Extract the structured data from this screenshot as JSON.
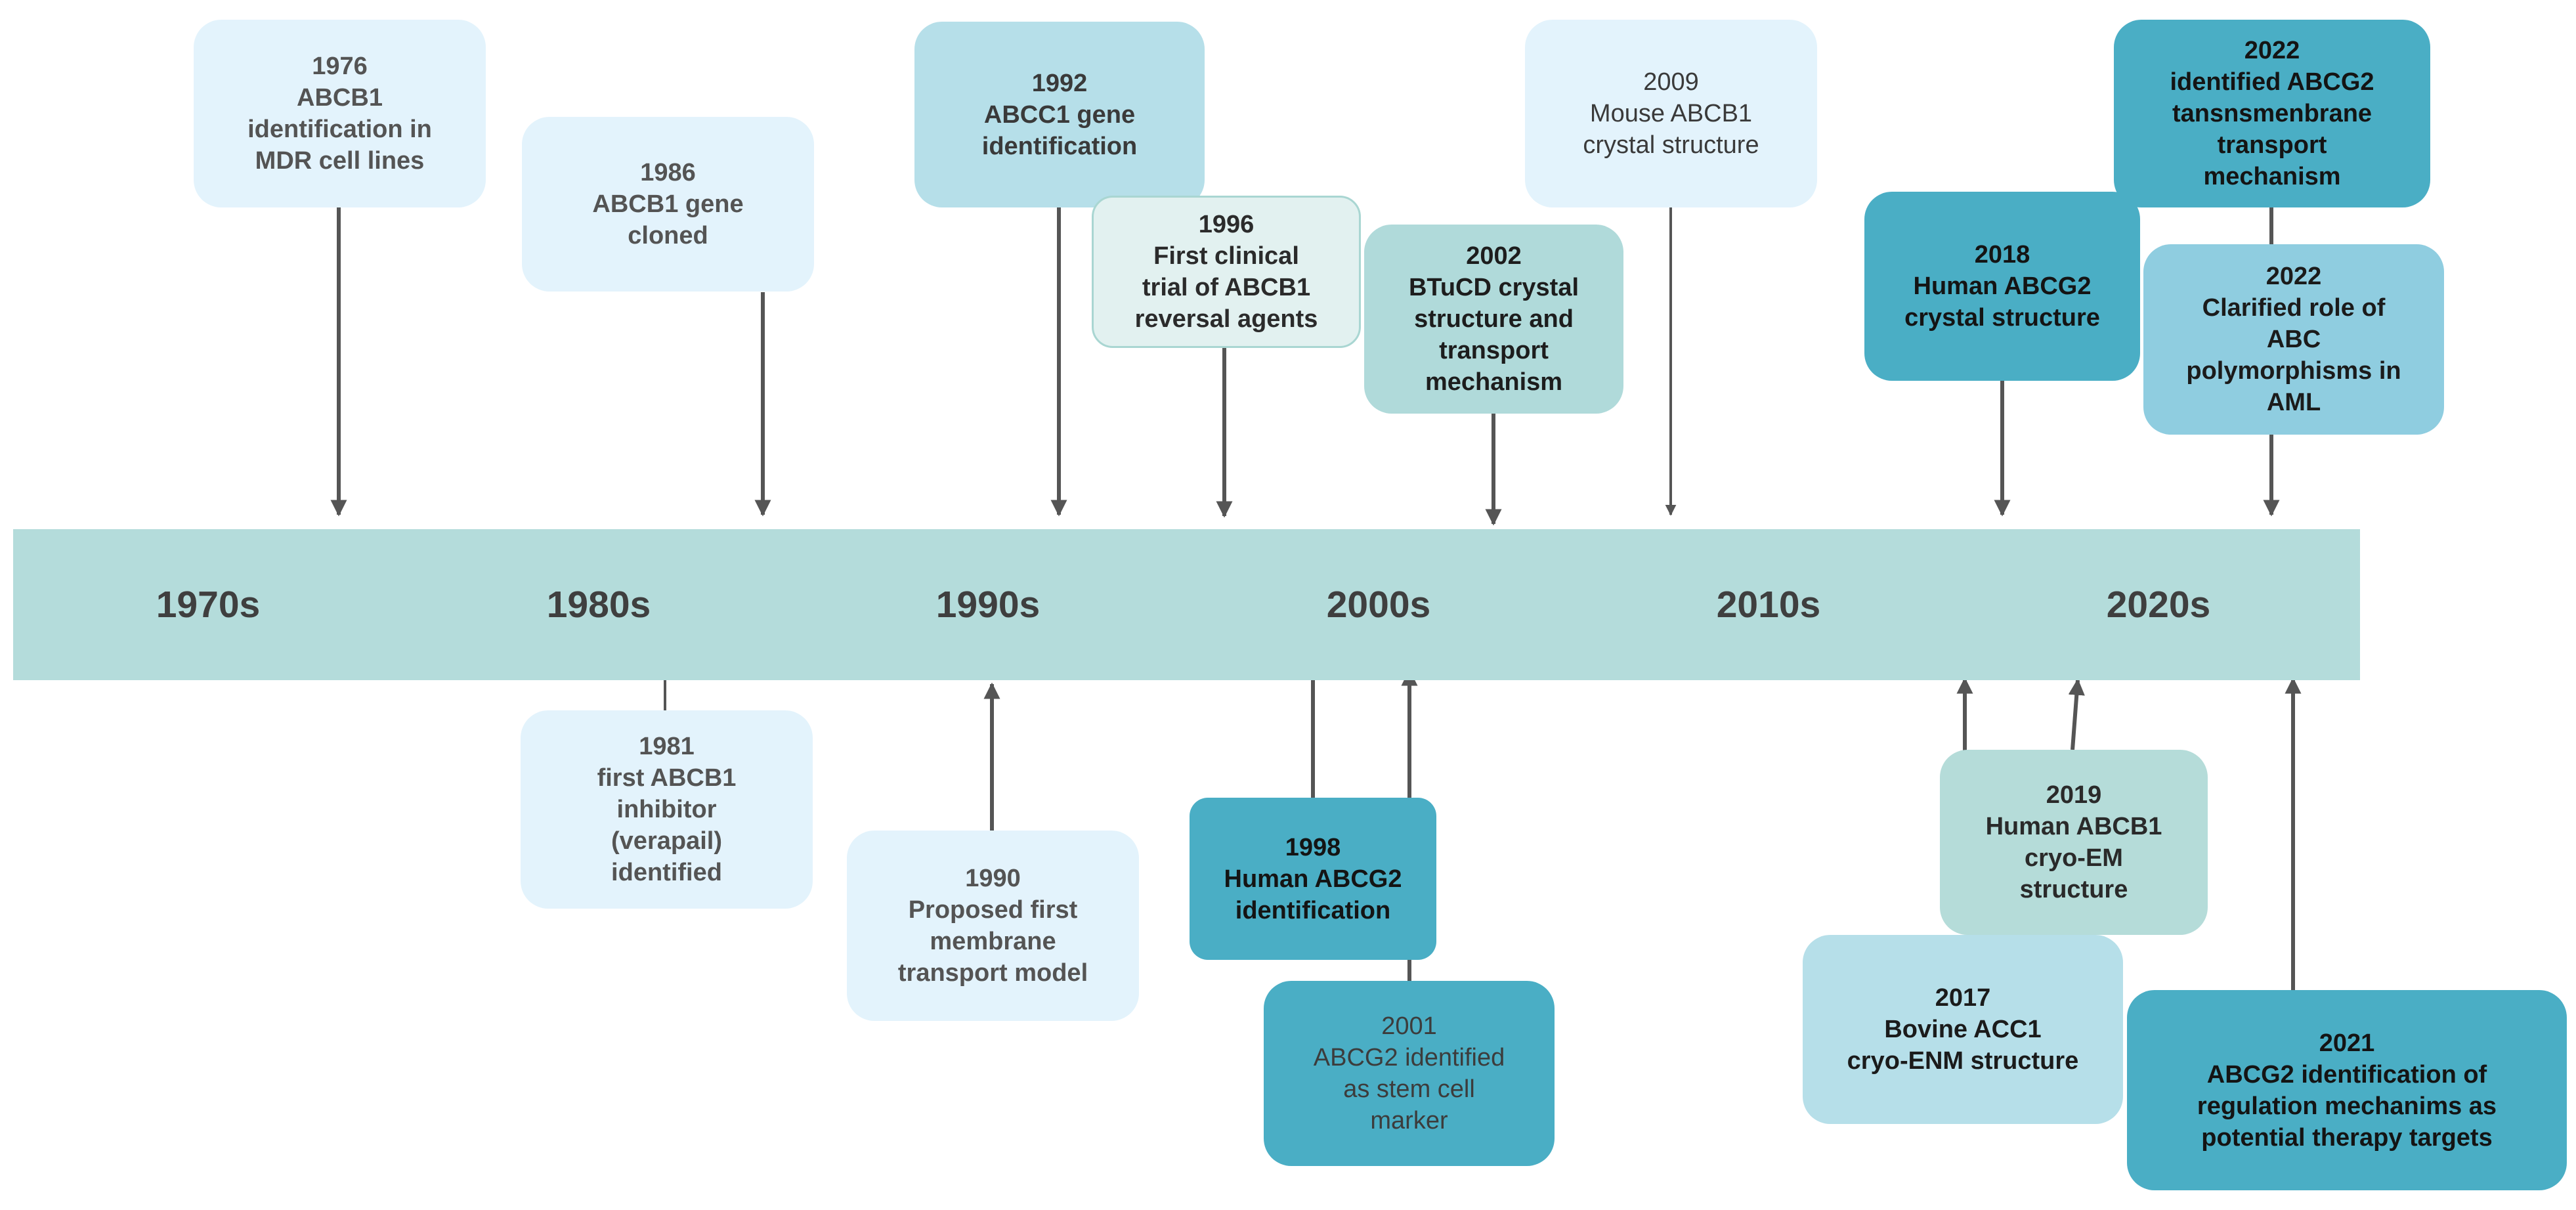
{
  "timeline": {
    "decades": [
      "1970s",
      "1980s",
      "1990s",
      "2000s",
      "2010s",
      "2020s"
    ]
  },
  "colors": {
    "band": "#b4dcdb",
    "arrow": "#555555",
    "pale_blue": "#e3f3fc",
    "light_blue": "#b6dfe9",
    "teal": "#4aaec5"
  },
  "events": {
    "e1976": {
      "year": "1976",
      "lines": [
        "ABCB1",
        "identification in",
        "MDR cell lines"
      ]
    },
    "e1986": {
      "year": "1986",
      "lines": [
        "ABCB1 gene",
        "cloned"
      ]
    },
    "e1992": {
      "year": "1992",
      "lines": [
        "ABCC1 gene",
        "identification"
      ]
    },
    "e1996": {
      "year": "1996",
      "lines": [
        "First clinical",
        "trial of ABCB1",
        "reversal agents"
      ]
    },
    "e2002": {
      "year": "2002",
      "lines": [
        "BTuCD crystal",
        "structure and",
        "transport",
        "mechanism"
      ]
    },
    "e2009": {
      "year": "2009",
      "lines": [
        "Mouse ABCB1",
        "crystal structure"
      ]
    },
    "e2018": {
      "year": "2018",
      "lines": [
        "Human ABCG2",
        "crystal structure"
      ]
    },
    "e2022a": {
      "year": "2022",
      "lines": [
        "identified ABCG2",
        "tansnsmenbrane",
        "transport",
        "mechanism"
      ]
    },
    "e2022b": {
      "year": "2022",
      "lines": [
        "Clarified role of",
        "ABC",
        "polymorphisms in",
        "AML"
      ]
    },
    "e1981": {
      "year": "1981",
      "lines": [
        "first ABCB1",
        "inhibitor",
        "(verapail)",
        "identified"
      ]
    },
    "e1990": {
      "year": "1990",
      "lines": [
        "Proposed first",
        "membrane",
        "transport model"
      ]
    },
    "e1998": {
      "year": "1998",
      "lines": [
        "Human ABCG2",
        "identification"
      ]
    },
    "e2001": {
      "year": "2001",
      "lines": [
        "ABCG2 identified",
        "as stem cell",
        "marker"
      ]
    },
    "e2019": {
      "year": "2019",
      "lines": [
        "Human ABCB1",
        "cryo-EM",
        "structure"
      ]
    },
    "e2017": {
      "year": "2017",
      "lines": [
        "Bovine ACC1",
        "cryo-ENM structure"
      ]
    },
    "e2021": {
      "year": "2021",
      "lines": [
        "ABCG2 identification of",
        "regulation mechanims as",
        "potential therapy targets"
      ]
    }
  }
}
